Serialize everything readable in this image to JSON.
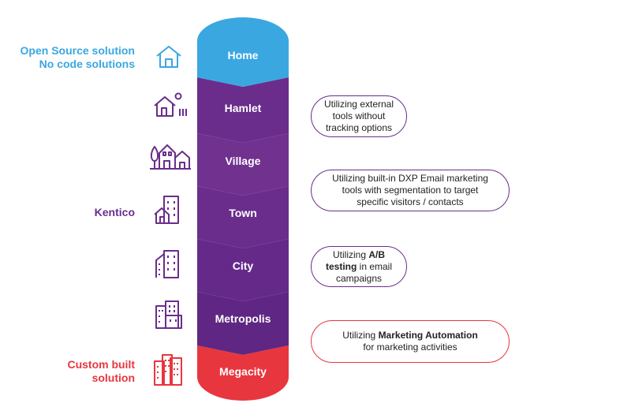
{
  "colors": {
    "home": "#3aa7e0",
    "levels": "#6a2d8c",
    "megacity": "#e8363f",
    "icon_blue": "#3aa7e0",
    "icon_purple": "#6a2d8c",
    "icon_red": "#e8363f"
  },
  "levels": [
    {
      "label": "Home",
      "icon": "house-icon"
    },
    {
      "label": "Hamlet",
      "icon": "house-with-sun-icon"
    },
    {
      "label": "Village",
      "icon": "village-icon"
    },
    {
      "label": "Town",
      "icon": "town-icon"
    },
    {
      "label": "City",
      "icon": "city-icon"
    },
    {
      "label": "Metropolis",
      "icon": "metropolis-icon"
    },
    {
      "label": "Megacity",
      "icon": "megacity-icon"
    }
  ],
  "side_labels": {
    "open_source": [
      "Open Source solution",
      "No code solutions"
    ],
    "kentico": [
      "Kentico"
    ],
    "custom": [
      "Custom built",
      "solution"
    ]
  },
  "callouts": {
    "hamlet": {
      "l1": "Utilizing external",
      "l2": "tools without",
      "l3": "tracking options"
    },
    "village": {
      "l1": "Utilizing built-in DXP Email marketing",
      "l2": "tools with segmentation to target",
      "l3": "specific visitors / contacts"
    },
    "city": {
      "l1a": "Utilizing ",
      "l1b": "A/B",
      "l2a": "testing",
      "l2b": " in email",
      "l3": "campaigns"
    },
    "metropolis": {
      "l1a": "Utilizing ",
      "l1b": "Marketing Automation",
      "l2": "for marketing activities"
    }
  }
}
